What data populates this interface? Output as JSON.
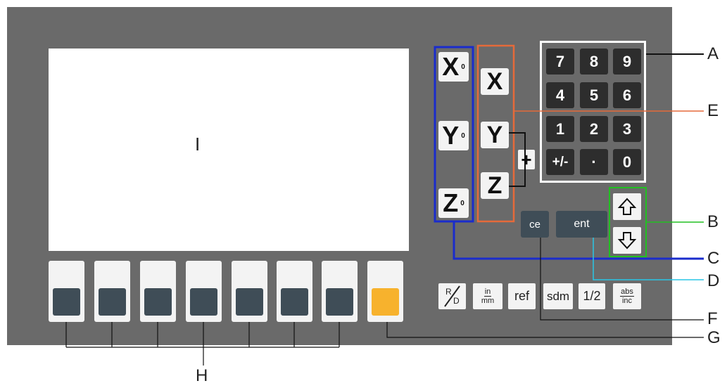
{
  "screen": {
    "label": "I"
  },
  "softkeys": [
    {
      "color": "#3f4d57"
    },
    {
      "color": "#3f4d57"
    },
    {
      "color": "#3f4d57"
    },
    {
      "color": "#3f4d57"
    },
    {
      "color": "#3f4d57"
    },
    {
      "color": "#3f4d57"
    },
    {
      "color": "#3f4d57"
    },
    {
      "color": "#f7b22d"
    }
  ],
  "zero_keys": [
    {
      "axis": "X",
      "sub": "0"
    },
    {
      "axis": "Y",
      "sub": "0"
    },
    {
      "axis": "Z",
      "sub": "0"
    }
  ],
  "axis_keys": [
    "X",
    "Y",
    "Z"
  ],
  "plus_key": "+",
  "numpad": {
    "keys": [
      "7",
      "8",
      "9",
      "4",
      "5",
      "6",
      "1",
      "2",
      "3",
      "+/-",
      "·",
      "0"
    ]
  },
  "ce_key": "ce",
  "ent_key": "ent",
  "arrow_keys": [
    "up-arrow-icon",
    "down-arrow-icon"
  ],
  "function_keys": {
    "rd": {
      "top": "R",
      "bottom": "D"
    },
    "inmm": {
      "top": "in",
      "bottom": "mm"
    },
    "ref": "ref",
    "sdm": "sdm",
    "half": "1/2",
    "absinc": {
      "top": "abs",
      "bottom": "inc"
    }
  },
  "callouts": {
    "A": "A",
    "B": "B",
    "C": "C",
    "D": "D",
    "E": "E",
    "F": "F",
    "G": "G",
    "H": "H"
  },
  "colors": {
    "panel": "#6a6a6a",
    "key_face_dark": "#3f4d57",
    "key_face_orange": "#f7b22d",
    "numpad_key": "#2d2d2d",
    "zero_group_frame": "#1a2ccc",
    "axis_group_frame": "#e56a3a",
    "arrow_group_frame": "#22c022",
    "ent_leader": "#29c6e6"
  }
}
